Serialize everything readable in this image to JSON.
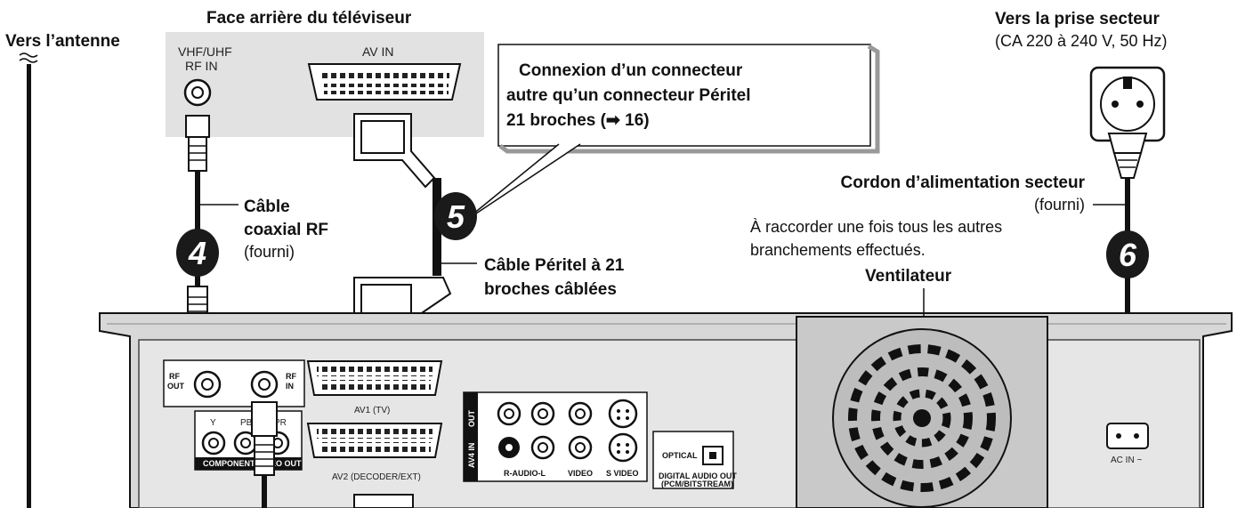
{
  "labels": {
    "antenna": "Vers l’antenne",
    "tv_back": "Face arrière du téléviseur",
    "tv_vhf_line1": "VHF/UHF",
    "tv_vhf_line2": "RF IN",
    "tv_av_in": "AV IN",
    "callout_line1": "Connexion d’un connecteur",
    "callout_line2": "autre qu’un connecteur Péritel",
    "callout_line3": "21 broches (➡ 16)",
    "mains_title": "Vers la prise secteur",
    "mains_spec": "(CA 220 à 240 V, 50 Hz)",
    "power_cord": "Cordon d’alimentation secteur",
    "power_cord_supplied": "(fourni)",
    "power_note_line1": "À raccorder une fois tous les autres",
    "power_note_line2": "branchements effectués.",
    "fan": "Ventilateur",
    "coax_line1": "Câble",
    "coax_line2": "coaxial RF",
    "coax_supplied": "(fourni)",
    "scart_line1": "Câble Péritel à 21",
    "scart_line2": "broches câblées"
  },
  "steps": {
    "coax": "4",
    "scart": "5",
    "power": "6"
  },
  "recorder": {
    "rf_out_1": "RF",
    "rf_out_2": "OUT",
    "rf_in_1": "RF",
    "rf_in_2": "IN",
    "comp_y": "Y",
    "comp_pb": "PB",
    "comp_pr": "PR",
    "component_out": "COMPONENT VIDEO OUT",
    "av1": "AV1 (TV)",
    "av2": "AV2 (DECODER/EXT)",
    "out": "OUT",
    "av4in": "AV4 IN",
    "audio_lr": "R-AUDIO-L",
    "video": "VIDEO",
    "svideo": "S VIDEO",
    "optical": "OPTICAL",
    "digital_out_1": "DIGITAL AUDIO OUT",
    "digital_out_2": "(PCM/BITSTREAM)",
    "ac_in": "AC IN ~"
  },
  "colors": {
    "panel_gray": "#e2e2e2",
    "recorder_body": "#d8d8d8",
    "step_badge": "#1a1a1a"
  }
}
